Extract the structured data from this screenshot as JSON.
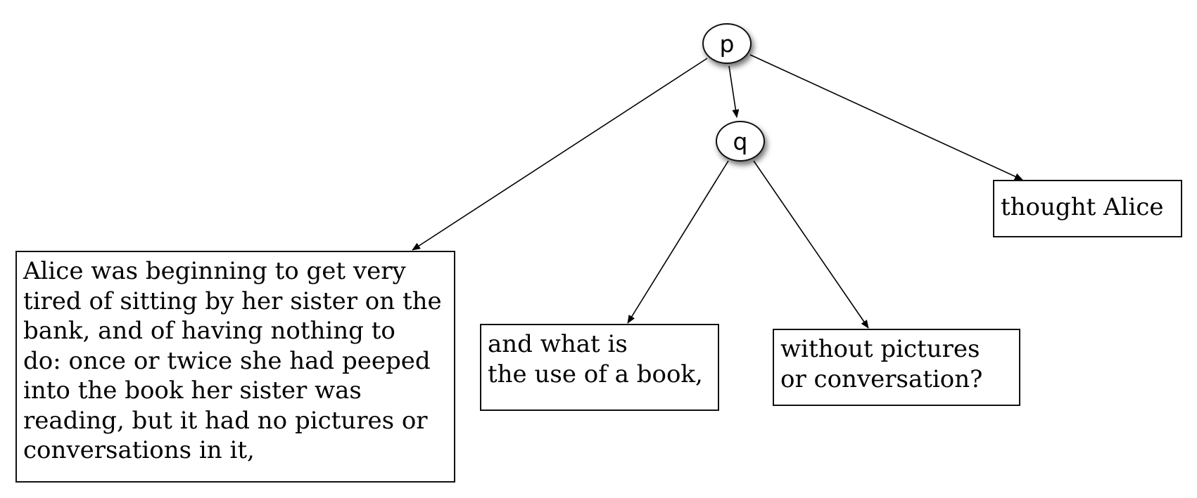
{
  "nodes": {
    "root": {
      "label": "p"
    },
    "child": {
      "label": "q"
    }
  },
  "boxes": {
    "alice": {
      "lines": [
        "Alice was beginning to get very",
        "tired of sitting by her sister on the",
        "bank, and of having nothing to",
        "do: once or twice she had peeped",
        "into the book her sister was",
        "reading, but it had no pictures or",
        "conversations in it,"
      ]
    },
    "what_is": {
      "lines": [
        "and what is",
        "the use of a book,"
      ]
    },
    "without": {
      "lines": [
        "without pictures",
        "or conversation?"
      ]
    },
    "thought": {
      "lines": [
        "thought Alice"
      ]
    }
  },
  "edges": [
    {
      "from": "p",
      "to": "Alice box"
    },
    {
      "from": "p",
      "to": "q"
    },
    {
      "from": "p",
      "to": "thought Alice box"
    },
    {
      "from": "q",
      "to": "and what is box"
    },
    {
      "from": "q",
      "to": "without pictures box"
    }
  ]
}
